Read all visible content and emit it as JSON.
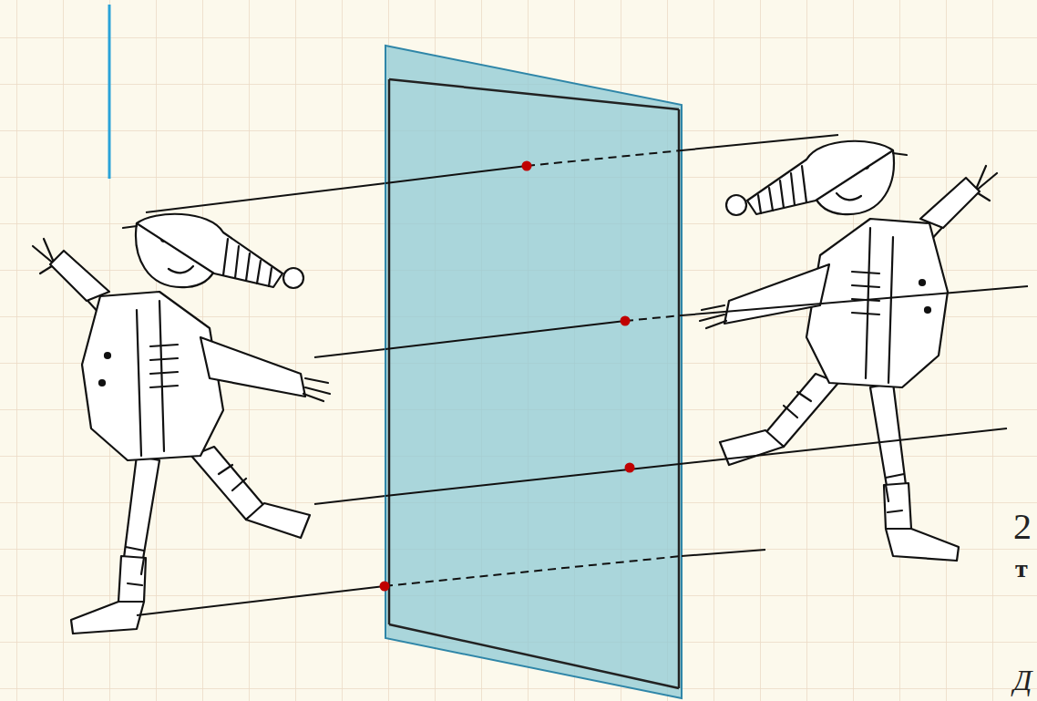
{
  "diagram": {
    "labels": [
      "2",
      "т",
      "Д"
    ]
  }
}
